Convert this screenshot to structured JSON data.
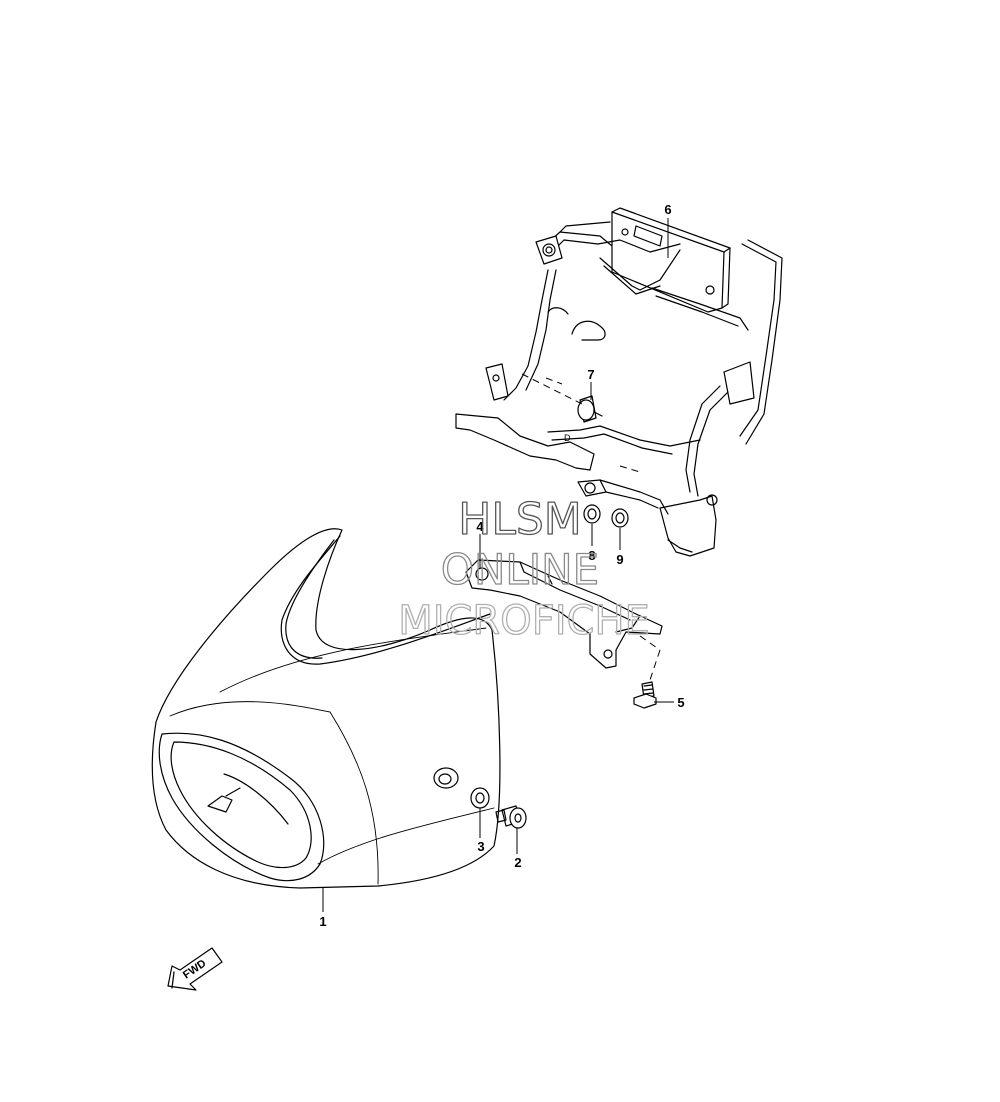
{
  "diagram": {
    "watermark": {
      "line1": "HLSM",
      "line2": "ONLINE",
      "line3": "MICROFICHE"
    },
    "callouts": [
      {
        "id": "1",
        "label": "1"
      },
      {
        "id": "2",
        "label": "2"
      },
      {
        "id": "3",
        "label": "3"
      },
      {
        "id": "4",
        "label": "4"
      },
      {
        "id": "5",
        "label": "5"
      },
      {
        "id": "6",
        "label": "6"
      },
      {
        "id": "7",
        "label": "7"
      },
      {
        "id": "8",
        "label": "8"
      },
      {
        "id": "9",
        "label": "9"
      }
    ],
    "fwd_label": "FWD",
    "colors": {
      "line": "#000000",
      "background": "#ffffff",
      "watermark": "#9a9a9a"
    }
  }
}
